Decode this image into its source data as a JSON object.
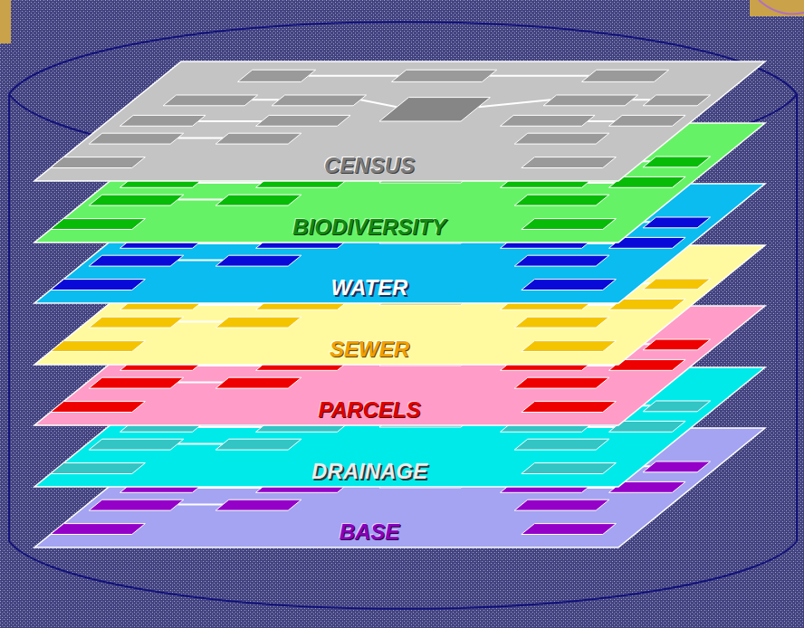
{
  "diagram": {
    "nodes": [
      {
        "text": [
          "CENSUS"
        ]
      },
      {
        "text": [
          "BIODIVERSITY"
        ]
      },
      {
        "text": [
          "WATER"
        ]
      },
      {
        "text": [
          "SEWER"
        ]
      },
      {
        "text": [
          "PARCELS"
        ]
      },
      {
        "text": [
          "DRAINAGE"
        ]
      },
      {
        "text": [
          "BASE"
        ]
      }
    ]
  }
}
